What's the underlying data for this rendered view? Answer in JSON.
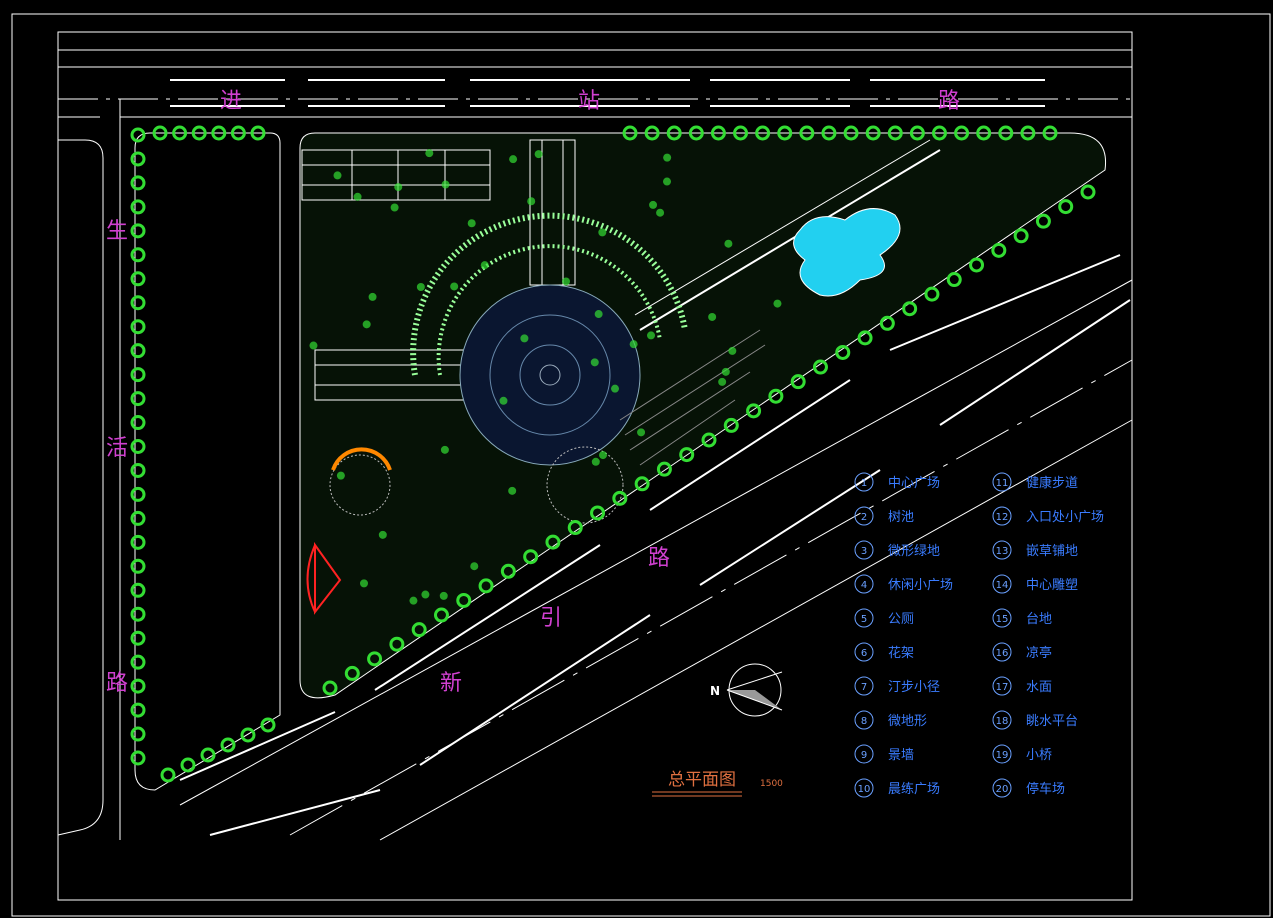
{
  "roads": {
    "top": [
      "进",
      "站",
      "路"
    ],
    "left": [
      "生",
      "活",
      "路"
    ],
    "diagonal": [
      "新",
      "引",
      "路"
    ]
  },
  "title": {
    "text": "总平面图",
    "scale": "1500"
  },
  "north_arrow": {
    "label": "N"
  },
  "legend": [
    {
      "num": "1",
      "label": "中心广场"
    },
    {
      "num": "2",
      "label": "树池"
    },
    {
      "num": "3",
      "label": "微形绿地"
    },
    {
      "num": "4",
      "label": "休闲小广场"
    },
    {
      "num": "5",
      "label": "公厕"
    },
    {
      "num": "6",
      "label": "花架"
    },
    {
      "num": "7",
      "label": "汀步小径"
    },
    {
      "num": "8",
      "label": "微地形"
    },
    {
      "num": "9",
      "label": "景墙"
    },
    {
      "num": "10",
      "label": "晨练广场"
    },
    {
      "num": "11",
      "label": "健康步道"
    },
    {
      "num": "12",
      "label": "入口处小广场"
    },
    {
      "num": "13",
      "label": "嵌草铺地"
    },
    {
      "num": "14",
      "label": "中心雕塑"
    },
    {
      "num": "15",
      "label": "台地"
    },
    {
      "num": "16",
      "label": "凉亭"
    },
    {
      "num": "17",
      "label": "水面"
    },
    {
      "num": "18",
      "label": "眺水平台"
    },
    {
      "num": "19",
      "label": "小桥"
    },
    {
      "num": "20",
      "label": "停车场"
    }
  ],
  "colors": {
    "tree": "#33dd33",
    "line": "#ffffff",
    "legend": "#3a7cff",
    "water": "#22d0f0",
    "title": "#e07040",
    "road_label": "#d040d0"
  }
}
